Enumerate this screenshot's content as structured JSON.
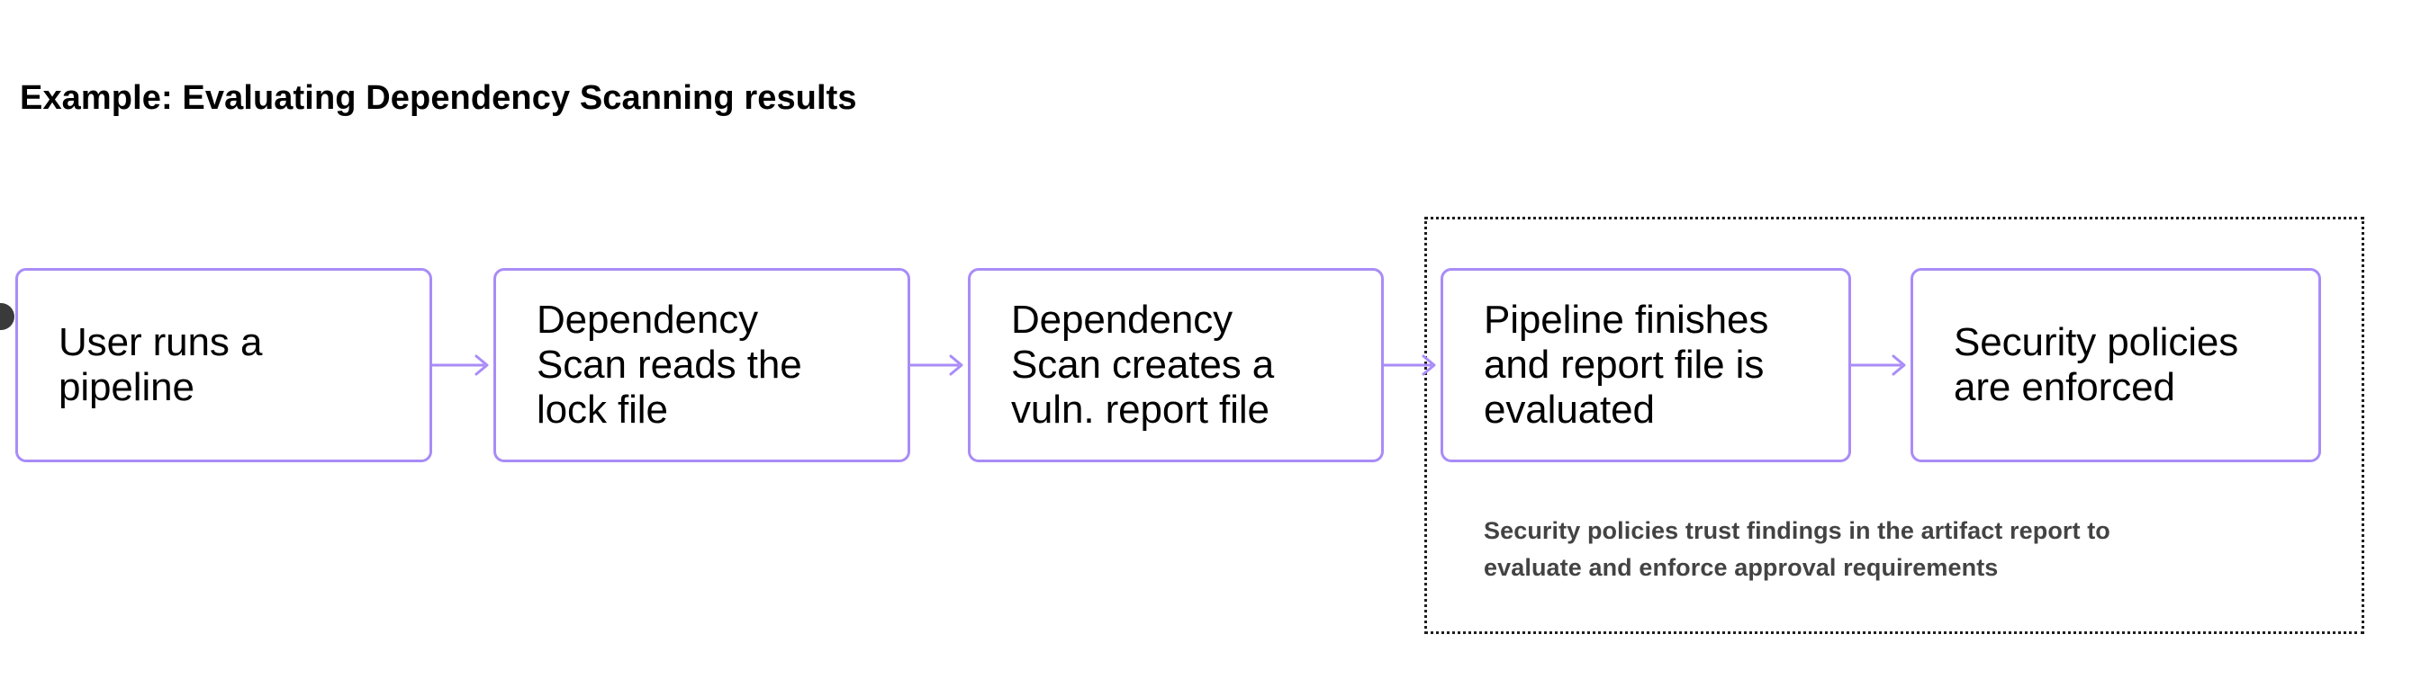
{
  "title": "Example: Evaluating Dependency Scanning results",
  "colors": {
    "box_border": "#a98cf7",
    "arrow": "#a98cf7",
    "group_border": "#1f1f1f",
    "box_text": "#000000",
    "caption_text": "#434343",
    "title_text": "#000000",
    "background": "#ffffff",
    "start_node": "#3a3a3a"
  },
  "flow": {
    "boxes": [
      {
        "id": "box-1",
        "label": "User runs a\npipeline"
      },
      {
        "id": "box-2",
        "label": "Dependency\nScan reads the\nlock file"
      },
      {
        "id": "box-3",
        "label": "Dependency\nScan creates a\nvuln. report file"
      },
      {
        "id": "box-4",
        "label": "Pipeline finishes\nand report file is\nevaluated"
      },
      {
        "id": "box-5",
        "label": "Security policies\nare enforced"
      }
    ],
    "arrows": [
      {
        "id": "arrow-1",
        "from": "box-1",
        "to": "box-2"
      },
      {
        "id": "arrow-2",
        "from": "box-2",
        "to": "box-3"
      },
      {
        "id": "arrow-3",
        "from": "box-3",
        "to": "box-4"
      },
      {
        "id": "arrow-4",
        "from": "box-4",
        "to": "box-5"
      }
    ]
  },
  "group": {
    "caption": "Security policies trust findings in the artifact report to\nevaluate and enforce approval requirements",
    "members": [
      "box-4",
      "box-5"
    ],
    "border_style": "dotted"
  }
}
